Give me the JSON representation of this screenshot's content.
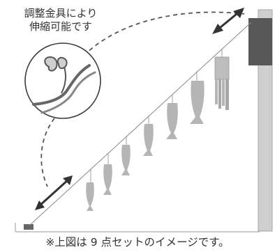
{
  "callout": {
    "line1": "調整金具により",
    "line2": "伸縮可能です"
  },
  "caption": "※上図は 9 点セットのイメージです。",
  "colors": {
    "pole": "#cccccc",
    "pole_top": "#555555",
    "streamer": "#b5b5b5",
    "streamer_dark": "#8f8f8f",
    "arrow": "#333333",
    "dashed": "#555555"
  },
  "icons": [
    "magnifier-circle",
    "double-arrow",
    "carp-streamer",
    "fukinagashi-streamer"
  ]
}
